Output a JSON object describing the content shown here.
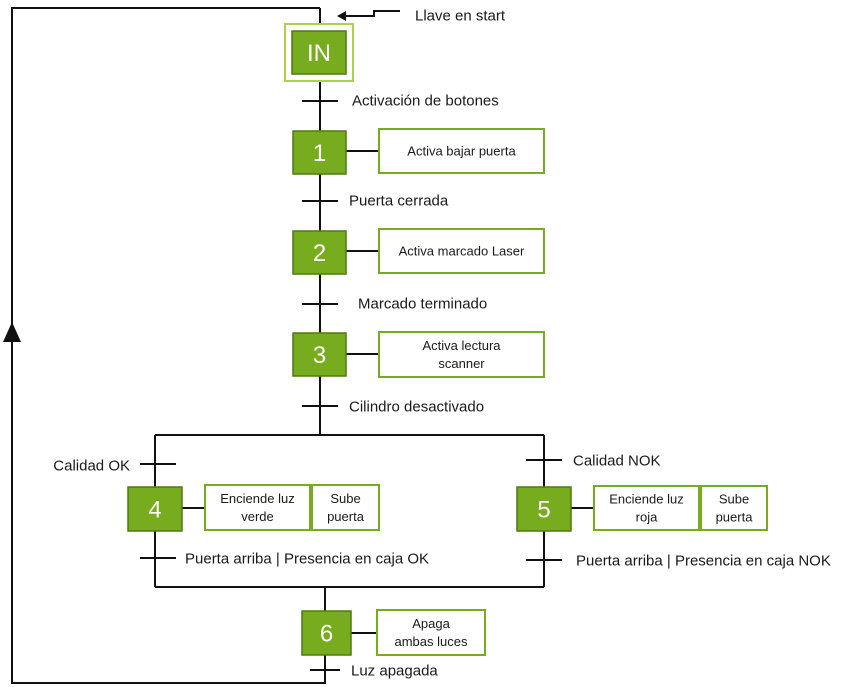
{
  "colors": {
    "step_fill": "#77AC1E",
    "step_border": "#4E7A12",
    "initial_outer": "#A9D24F",
    "line": "#111111",
    "action_border": "#77AC1E"
  },
  "start_label": "Llave en start",
  "steps": [
    {
      "id": "in",
      "label": "IN"
    },
    {
      "id": "1",
      "label": "1"
    },
    {
      "id": "2",
      "label": "2"
    },
    {
      "id": "3",
      "label": "3"
    },
    {
      "id": "4",
      "label": "4"
    },
    {
      "id": "5",
      "label": "5"
    },
    {
      "id": "6",
      "label": "6"
    }
  ],
  "transitions": [
    {
      "id": "activacion",
      "label": "Activación de botones"
    },
    {
      "id": "puerta-cerrada",
      "label": "Puerta cerrada"
    },
    {
      "id": "marcado-terminado",
      "label": "Marcado terminado"
    },
    {
      "id": "cilindro",
      "label": "Cilindro desactivado"
    },
    {
      "id": "calidad-ok",
      "label": "Calidad OK"
    },
    {
      "id": "calidad-nok",
      "label": "Calidad NOK"
    },
    {
      "id": "arriba-ok",
      "label": "Puerta arriba | Presencia en caja OK"
    },
    {
      "id": "arriba-nok",
      "label": "Puerta arriba | Presencia en caja NOK"
    },
    {
      "id": "luz-apagada",
      "label": "Luz apagada"
    }
  ],
  "actions": [
    {
      "id": "a1",
      "lines": [
        "Activa bajar puerta"
      ]
    },
    {
      "id": "a2",
      "lines": [
        "Activa marcado Laser"
      ]
    },
    {
      "id": "a3",
      "lines": [
        "Activa lectura",
        "scanner"
      ]
    },
    {
      "id": "a4a",
      "lines": [
        "Enciende luz",
        "verde"
      ]
    },
    {
      "id": "a4b",
      "lines": [
        "Sube",
        "puerta"
      ]
    },
    {
      "id": "a5a",
      "lines": [
        "Enciende luz",
        "roja"
      ]
    },
    {
      "id": "a5b",
      "lines": [
        "Sube",
        "puerta"
      ]
    },
    {
      "id": "a6",
      "lines": [
        "Apaga",
        "ambas luces"
      ]
    }
  ]
}
